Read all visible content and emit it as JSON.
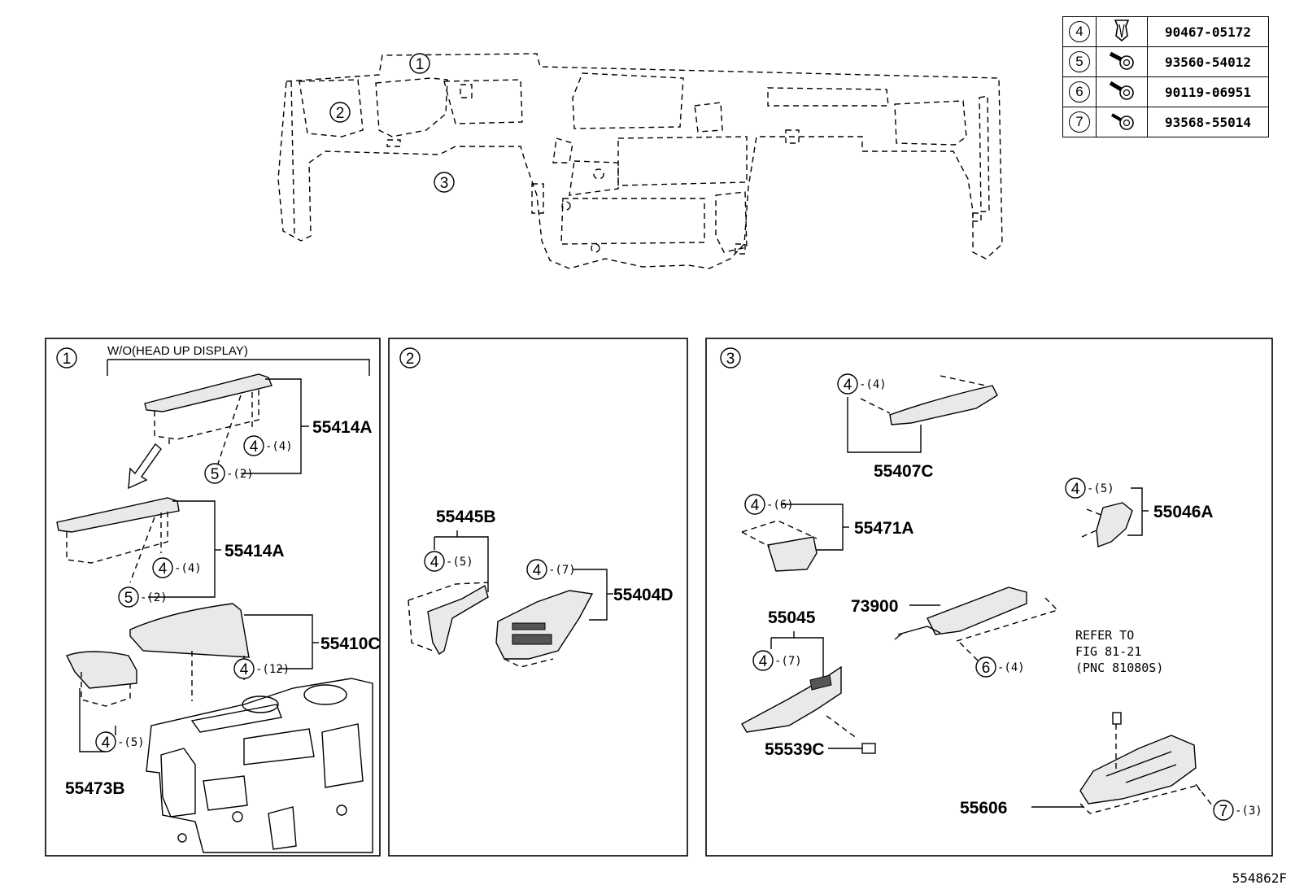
{
  "fasteners_table": [
    {
      "ref": "4",
      "icon": "clip-icon",
      "part_no": "90467-05172"
    },
    {
      "ref": "5",
      "icon": "screw-icon",
      "part_no": "93560-54012"
    },
    {
      "ref": "6",
      "icon": "screw-icon",
      "part_no": "90119-06951"
    },
    {
      "ref": "7",
      "icon": "screw-icon",
      "part_no": "93568-55014"
    }
  ],
  "overview": {
    "callouts": [
      "1",
      "2",
      "3"
    ]
  },
  "panel1": {
    "number": "1",
    "header": "W/O(HEAD UP DISPLAY)",
    "parts": [
      "55414A",
      "55414A",
      "55410C",
      "55473B"
    ],
    "fasteners": [
      {
        "ref": "4",
        "qty": "-(4)"
      },
      {
        "ref": "5",
        "qty": "-(2)"
      },
      {
        "ref": "4",
        "qty": "-(4)"
      },
      {
        "ref": "5",
        "qty": "-(2)"
      },
      {
        "ref": "4",
        "qty": "-(12)"
      },
      {
        "ref": "4",
        "qty": "-(5)"
      }
    ]
  },
  "panel2": {
    "number": "2",
    "parts": [
      "55445B",
      "55404D"
    ],
    "fasteners": [
      {
        "ref": "4",
        "qty": "-(5)"
      },
      {
        "ref": "4",
        "qty": "-(7)"
      }
    ]
  },
  "panel3": {
    "number": "3",
    "parts": [
      "55407C",
      "55471A",
      "55046A",
      "73900",
      "55045",
      "55539C",
      "55606"
    ],
    "fasteners": [
      {
        "ref": "4",
        "qty": "-(4)"
      },
      {
        "ref": "4",
        "qty": "-(6)"
      },
      {
        "ref": "4",
        "qty": "-(5)"
      },
      {
        "ref": "6",
        "qty": "-(4)"
      },
      {
        "ref": "4",
        "qty": "-(7)"
      },
      {
        "ref": "7",
        "qty": "-(3)"
      }
    ],
    "refer_note": [
      "REFER TO",
      "FIG 81-21",
      "(PNC 81080S)"
    ]
  },
  "footer_code": "554862F"
}
